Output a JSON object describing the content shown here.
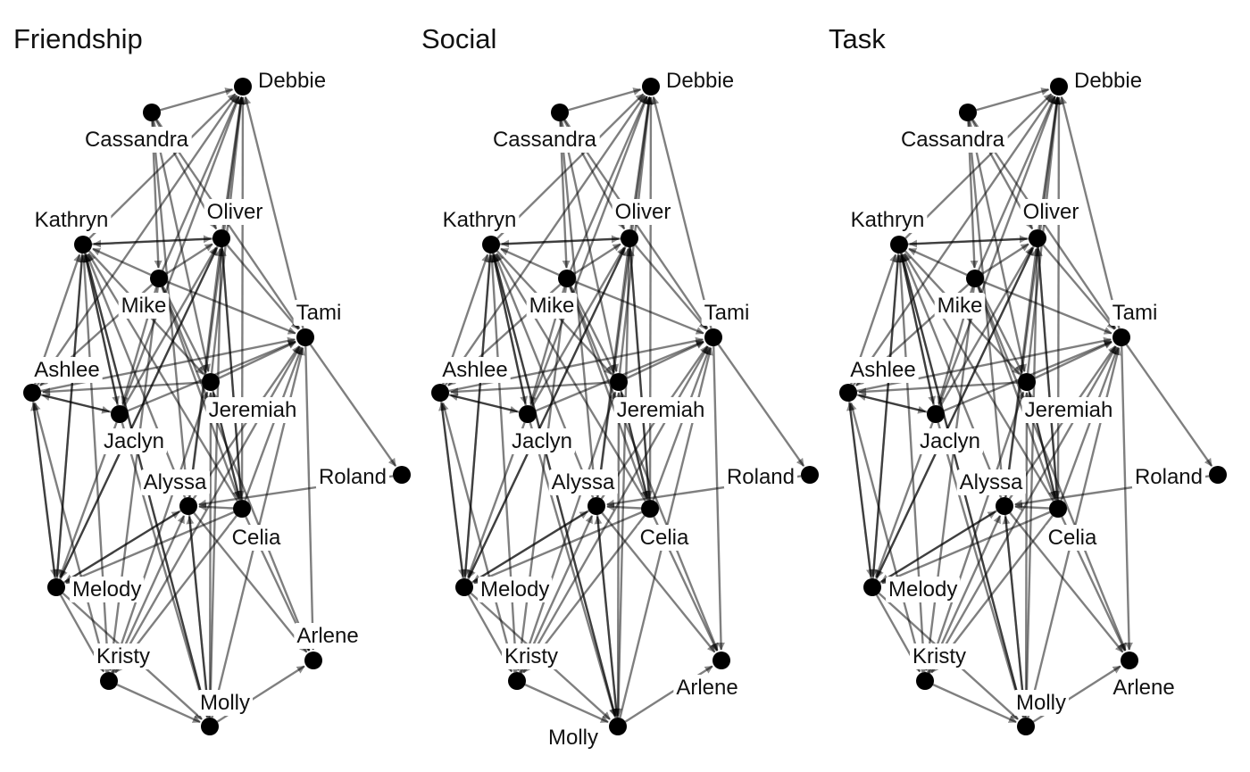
{
  "panels": [
    {
      "title": "Friendship",
      "nodes": {
        "Debbie": {
          "label": "Debbie"
        },
        "Cassandra": {
          "label": "Cassandra"
        },
        "Oliver": {
          "label": "Oliver"
        },
        "Kathryn": {
          "label": "Kathryn"
        },
        "Mike": {
          "label": "Mike"
        },
        "Tami": {
          "label": "Tami"
        },
        "Ashlee": {
          "label": "Ashlee"
        },
        "Jeremiah": {
          "label": "Jeremiah"
        },
        "Jaclyn": {
          "label": "Jaclyn"
        },
        "Roland": {
          "label": "Roland"
        },
        "Alyssa": {
          "label": "Alyssa"
        },
        "Celia": {
          "label": "Celia"
        },
        "Melody": {
          "label": "Melody"
        },
        "Arlene": {
          "label": "Arlene"
        },
        "Kristy": {
          "label": "Kristy"
        },
        "Molly": {
          "label": "Molly"
        }
      }
    },
    {
      "title": "Social",
      "nodes": {
        "Debbie": {
          "label": "Debbie"
        },
        "Cassandra": {
          "label": "Cassandra"
        },
        "Oliver": {
          "label": "Oliver"
        },
        "Kathryn": {
          "label": "Kathryn"
        },
        "Mike": {
          "label": "Mike"
        },
        "Tami": {
          "label": "Tami"
        },
        "Ashlee": {
          "label": "Ashlee"
        },
        "Jeremiah": {
          "label": "Jeremiah"
        },
        "Jaclyn": {
          "label": "Jaclyn"
        },
        "Roland": {
          "label": "Roland"
        },
        "Alyssa": {
          "label": "Alyssa"
        },
        "Celia": {
          "label": "Celia"
        },
        "Melody": {
          "label": "Melody"
        },
        "Arlene": {
          "label": "Arlene"
        },
        "Kristy": {
          "label": "Kristy"
        },
        "Molly": {
          "label": "Molly"
        }
      }
    },
    {
      "title": "Task",
      "nodes": {
        "Debbie": {
          "label": "Debbie"
        },
        "Cassandra": {
          "label": "Cassandra"
        },
        "Oliver": {
          "label": "Oliver"
        },
        "Kathryn": {
          "label": "Kathryn"
        },
        "Mike": {
          "label": "Mike"
        },
        "Tami": {
          "label": "Tami"
        },
        "Ashlee": {
          "label": "Ashlee"
        },
        "Jeremiah": {
          "label": "Jeremiah"
        },
        "Jaclyn": {
          "label": "Jaclyn"
        },
        "Roland": {
          "label": "Roland"
        },
        "Alyssa": {
          "label": "Alyssa"
        },
        "Celia": {
          "label": "Celia"
        },
        "Melody": {
          "label": "Melody"
        },
        "Arlene": {
          "label": "Arlene"
        },
        "Kristy": {
          "label": "Kristy"
        },
        "Molly": {
          "label": "Molly"
        }
      }
    }
  ],
  "edges": [
    [
      "Cassandra",
      "Debbie"
    ],
    [
      "Oliver",
      "Debbie"
    ],
    [
      "Mike",
      "Debbie"
    ],
    [
      "Kathryn",
      "Debbie"
    ],
    [
      "Jeremiah",
      "Debbie"
    ],
    [
      "Alyssa",
      "Debbie"
    ],
    [
      "Ashlee",
      "Debbie"
    ],
    [
      "Tami",
      "Debbie"
    ],
    [
      "Jaclyn",
      "Debbie"
    ],
    [
      "Celia",
      "Debbie"
    ],
    [
      "Cassandra",
      "Oliver"
    ],
    [
      "Cassandra",
      "Mike"
    ],
    [
      "Cassandra",
      "Jeremiah"
    ],
    [
      "Cassandra",
      "Tami"
    ],
    [
      "Cassandra",
      "Alyssa"
    ],
    [
      "Oliver",
      "Kathryn"
    ],
    [
      "Mike",
      "Kathryn"
    ],
    [
      "Ashlee",
      "Kathryn"
    ],
    [
      "Melody",
      "Kathryn"
    ],
    [
      "Kristy",
      "Kathryn"
    ],
    [
      "Jaclyn",
      "Kathryn"
    ],
    [
      "Alyssa",
      "Kathryn"
    ],
    [
      "Celia",
      "Kathryn"
    ],
    [
      "Molly",
      "Kathryn"
    ],
    [
      "Kathryn",
      "Oliver"
    ],
    [
      "Mike",
      "Oliver"
    ],
    [
      "Jaclyn",
      "Oliver"
    ],
    [
      "Alyssa",
      "Oliver"
    ],
    [
      "Celia",
      "Oliver"
    ],
    [
      "Melody",
      "Oliver"
    ],
    [
      "Oliver",
      "Tami"
    ],
    [
      "Mike",
      "Tami"
    ],
    [
      "Jaclyn",
      "Tami"
    ],
    [
      "Jeremiah",
      "Tami"
    ],
    [
      "Alyssa",
      "Tami"
    ],
    [
      "Celia",
      "Tami"
    ],
    [
      "Kristy",
      "Tami"
    ],
    [
      "Molly",
      "Tami"
    ],
    [
      "Ashlee",
      "Tami"
    ],
    [
      "Tami",
      "Roland"
    ],
    [
      "Jeremiah",
      "Ashlee"
    ],
    [
      "Jaclyn",
      "Ashlee"
    ],
    [
      "Melody",
      "Ashlee"
    ],
    [
      "Kristy",
      "Ashlee"
    ],
    [
      "Mike",
      "Ashlee"
    ],
    [
      "Kathryn",
      "Jeremiah"
    ],
    [
      "Mike",
      "Jeremiah"
    ],
    [
      "Molly",
      "Jeremiah"
    ],
    [
      "Celia",
      "Jeremiah"
    ],
    [
      "Kristy",
      "Jeremiah"
    ],
    [
      "Ashlee",
      "Jaclyn"
    ],
    [
      "Kathryn",
      "Jaclyn"
    ],
    [
      "Mike",
      "Jaclyn"
    ],
    [
      "Celia",
      "Alyssa"
    ],
    [
      "Roland",
      "Alyssa"
    ],
    [
      "Melody",
      "Alyssa"
    ],
    [
      "Kristy",
      "Alyssa"
    ],
    [
      "Molly",
      "Alyssa"
    ],
    [
      "Oliver",
      "Celia"
    ],
    [
      "Jeremiah",
      "Celia"
    ],
    [
      "Mike",
      "Celia"
    ],
    [
      "Kathryn",
      "Melody"
    ],
    [
      "Ashlee",
      "Melody"
    ],
    [
      "Jaclyn",
      "Melody"
    ],
    [
      "Alyssa",
      "Melody"
    ],
    [
      "Celia",
      "Melody"
    ],
    [
      "Oliver",
      "Melody"
    ],
    [
      "Alyssa",
      "Arlene"
    ],
    [
      "Celia",
      "Arlene"
    ],
    [
      "Tami",
      "Arlene"
    ],
    [
      "Molly",
      "Arlene"
    ],
    [
      "Mike",
      "Arlene"
    ],
    [
      "Melody",
      "Kristy"
    ],
    [
      "Mike",
      "Kristy"
    ],
    [
      "Celia",
      "Kristy"
    ],
    [
      "Kristy",
      "Molly"
    ],
    [
      "Alyssa",
      "Molly"
    ],
    [
      "Melody",
      "Molly"
    ],
    [
      "Jaclyn",
      "Molly"
    ],
    [
      "Oliver",
      "Molly"
    ],
    [
      "Kathryn",
      "Molly"
    ]
  ]
}
